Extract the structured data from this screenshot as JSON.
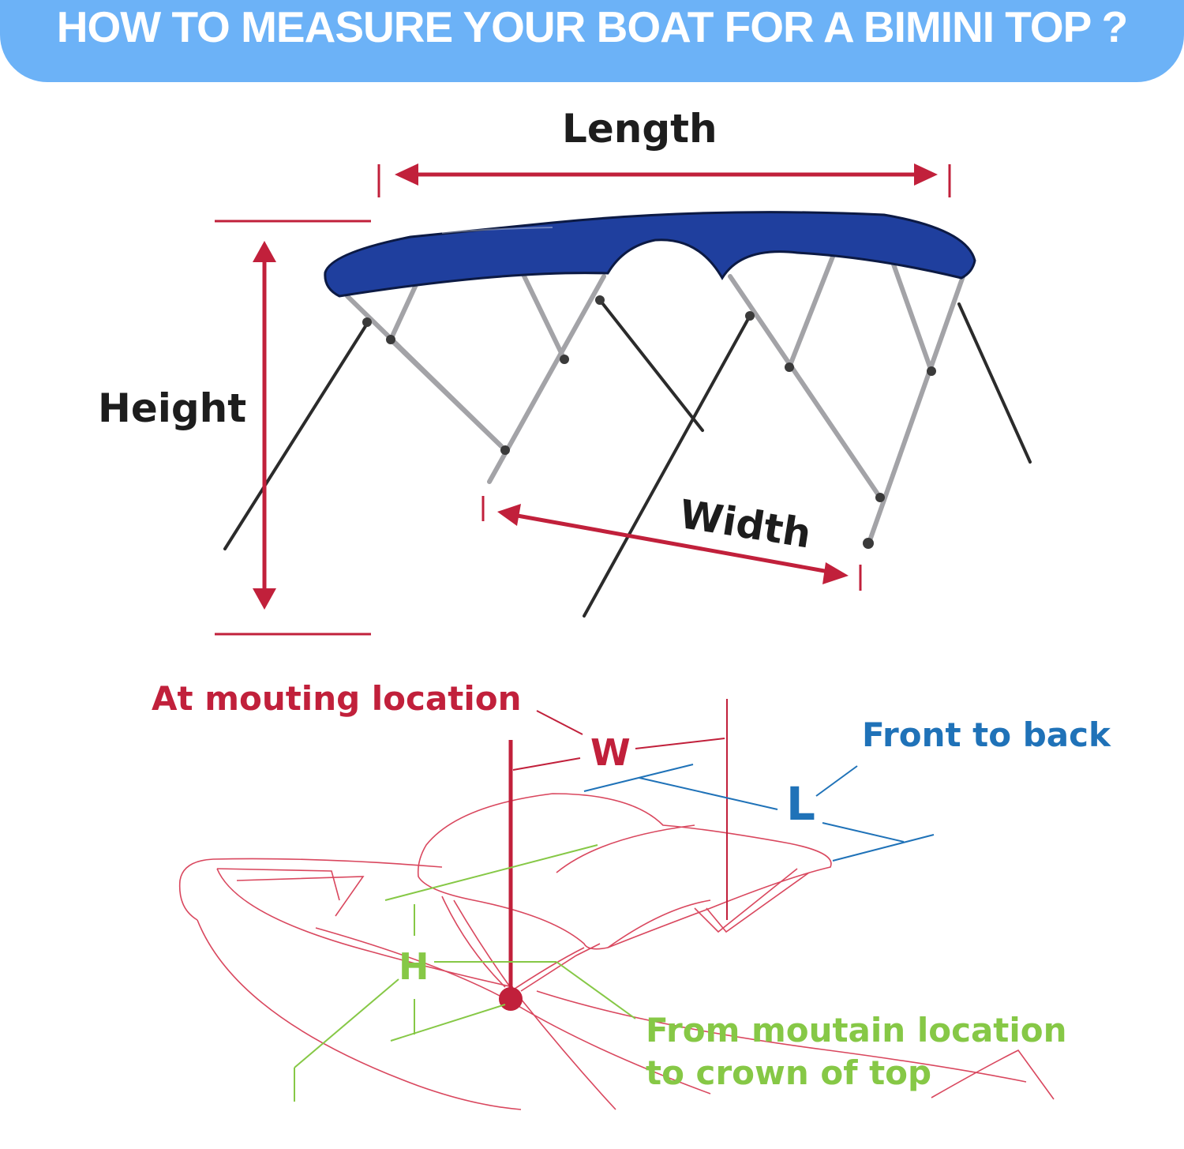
{
  "banner": {
    "title": "HOW TO MEASURE YOUR BOAT FOR A BIMINI TOP ?"
  },
  "bimini_diagram": {
    "length_label": "Length",
    "height_label": "Height",
    "width_label": "Width",
    "canvas_color": "#1f3f9e",
    "measure_color": "#c1203b"
  },
  "boat_diagram": {
    "mounting_label": "At mouting location",
    "w_letter": "W",
    "front_back_label": "Front to back",
    "l_letter": "L",
    "h_letter": "H",
    "crown_label_line1": "From moutain location",
    "crown_label_line2": "to crown of top",
    "outline_color": "#d9475e",
    "w_color": "#c1203b",
    "l_color": "#1f72b8",
    "h_color": "#86c846"
  }
}
